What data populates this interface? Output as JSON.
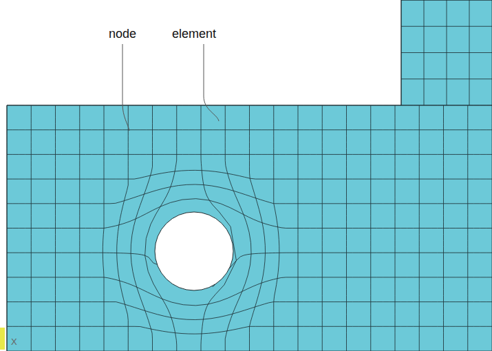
{
  "diagram": {
    "labels": [
      "node",
      "element",
      "X"
    ]
  }
}
